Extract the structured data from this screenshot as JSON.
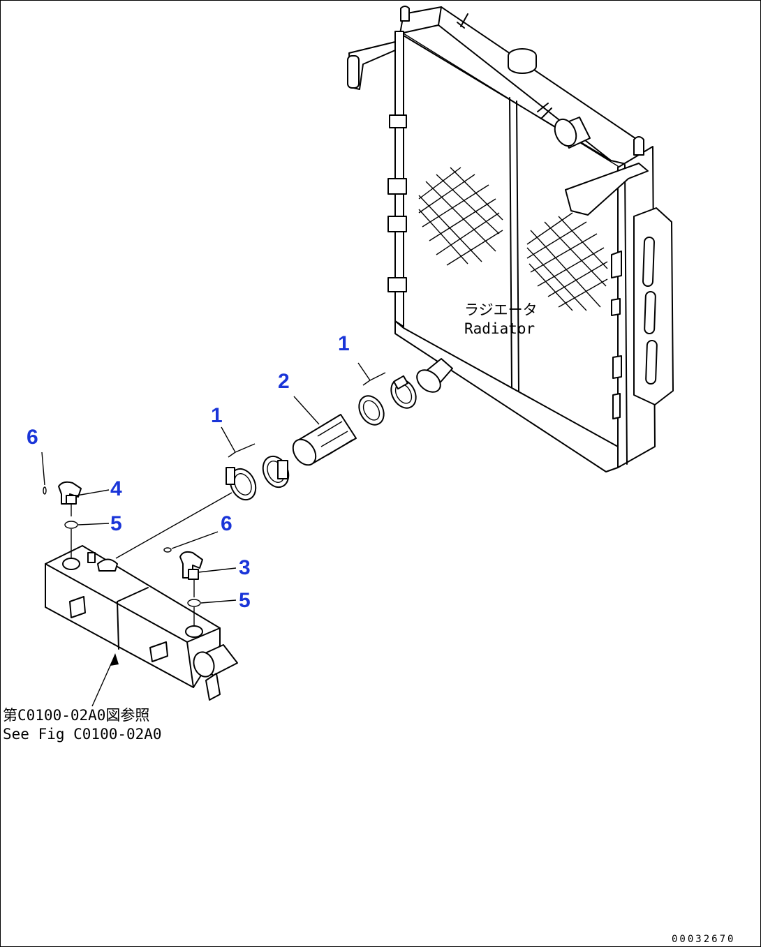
{
  "diagram": {
    "labels": {
      "radiator_jp": "ラジエータ",
      "radiator_en": "Radiator",
      "see_fig_jp": "第C0100-02A0図参照",
      "see_fig_en": "See Fig C0100-02A0",
      "figure_number": "00032670"
    },
    "callouts": [
      {
        "id": "c1a",
        "text": "1"
      },
      {
        "id": "c1b",
        "text": "1"
      },
      {
        "id": "c2",
        "text": "2"
      },
      {
        "id": "c3",
        "text": "3"
      },
      {
        "id": "c4",
        "text": "4"
      },
      {
        "id": "c5a",
        "text": "5"
      },
      {
        "id": "c5b",
        "text": "5"
      },
      {
        "id": "c6a",
        "text": "6"
      },
      {
        "id": "c6b",
        "text": "6"
      }
    ],
    "colors": {
      "callout": "#1a35d8",
      "line": "#000000"
    }
  }
}
